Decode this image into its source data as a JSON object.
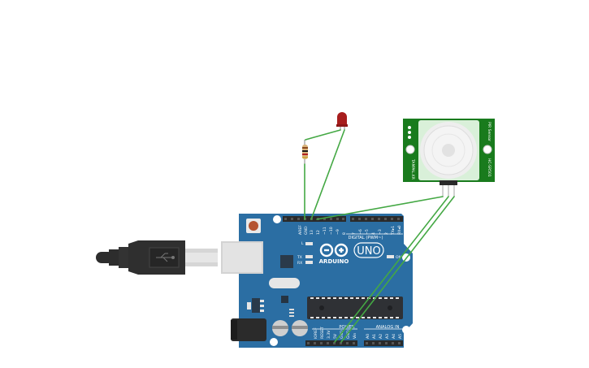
{
  "arduino": {
    "logo_text": "ARDUINO",
    "model": "UNO",
    "digital_header": "DIGITAL (PWM~)",
    "analog_header": "ANALOG IN",
    "power_header": "POWER",
    "label_aref": "AREF",
    "label_gnd": "GND",
    "label_13": "13",
    "label_12": "12",
    "label_11": "~11",
    "label_10": "~10",
    "label_9": "~9",
    "label_8": "8",
    "label_7": "7",
    "label_6": "~6",
    "label_5": "~5",
    "label_4": "4",
    "label_3": "~3",
    "label_2": "2",
    "label_tx1": "TX▸1",
    "label_rx0": "RX◂0",
    "label_l": "L",
    "label_tx": "TX",
    "label_rx": "RX",
    "label_on": "ON",
    "label_a0": "A0",
    "label_a1": "A1",
    "label_a2": "A2",
    "label_a3": "A3",
    "label_a4": "A4",
    "label_a5": "A5",
    "label_ioref": "IOREF",
    "label_reset": "RESET",
    "label_3v3": "3.3V",
    "label_5v": "5V",
    "label_pgnd1": "GND",
    "label_pgnd2": "GND",
    "label_vin": "Vin"
  },
  "pir": {
    "title": "PIR Sensor",
    "part": "HC-SR501",
    "brand": "TAMPAL.KR"
  },
  "colors": {
    "board": "#2b6ea3",
    "wire": "#44a844",
    "pir_pcb": "#197b1d",
    "led": "#a71d1d"
  }
}
